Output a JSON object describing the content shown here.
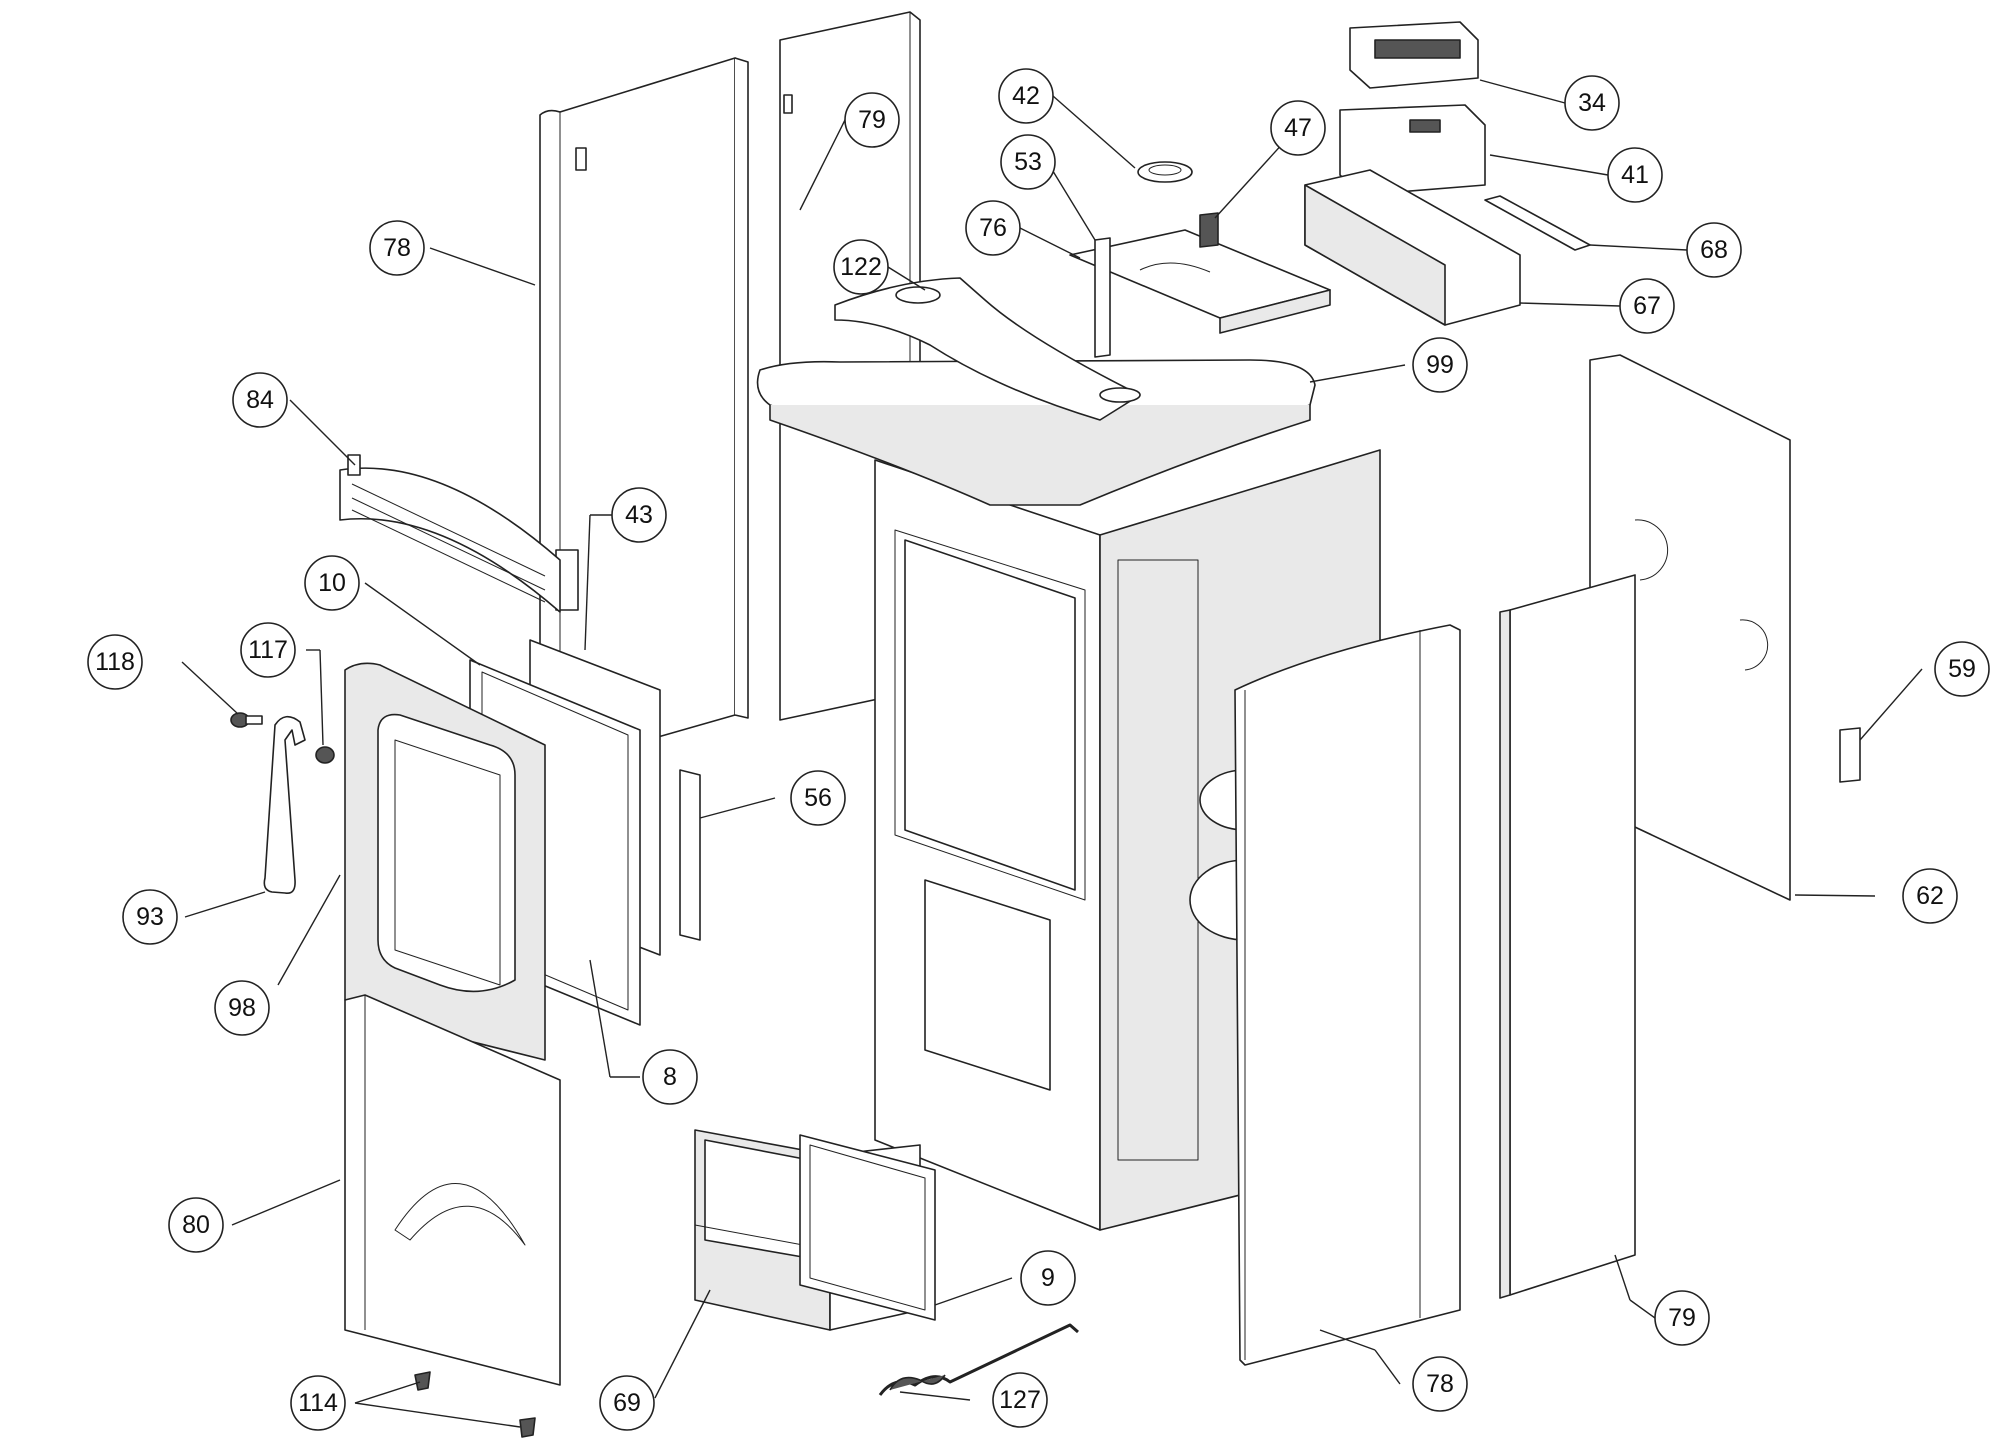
{
  "diagram": {
    "callouts": [
      {
        "id": "c34",
        "label": "34"
      },
      {
        "id": "c41",
        "label": "41"
      },
      {
        "id": "c68",
        "label": "68"
      },
      {
        "id": "c67",
        "label": "67"
      },
      {
        "id": "c42",
        "label": "42"
      },
      {
        "id": "c47",
        "label": "47"
      },
      {
        "id": "c53",
        "label": "53"
      },
      {
        "id": "c76",
        "label": "76"
      },
      {
        "id": "c122",
        "label": "122"
      },
      {
        "id": "c79a",
        "label": "79"
      },
      {
        "id": "c78a",
        "label": "78"
      },
      {
        "id": "c84",
        "label": "84"
      },
      {
        "id": "c43",
        "label": "43"
      },
      {
        "id": "c10",
        "label": "10"
      },
      {
        "id": "c118",
        "label": "118"
      },
      {
        "id": "c117",
        "label": "117"
      },
      {
        "id": "c99",
        "label": "99"
      },
      {
        "id": "c59",
        "label": "59"
      },
      {
        "id": "c62",
        "label": "62"
      },
      {
        "id": "c56",
        "label": "56"
      },
      {
        "id": "c93",
        "label": "93"
      },
      {
        "id": "c98",
        "label": "98"
      },
      {
        "id": "c8",
        "label": "8"
      },
      {
        "id": "c80",
        "label": "80"
      },
      {
        "id": "c9",
        "label": "9"
      },
      {
        "id": "c69",
        "label": "69"
      },
      {
        "id": "c127",
        "label": "127"
      },
      {
        "id": "c114",
        "label": "114"
      },
      {
        "id": "c78b",
        "label": "78"
      },
      {
        "id": "c79b",
        "label": "79"
      }
    ]
  }
}
